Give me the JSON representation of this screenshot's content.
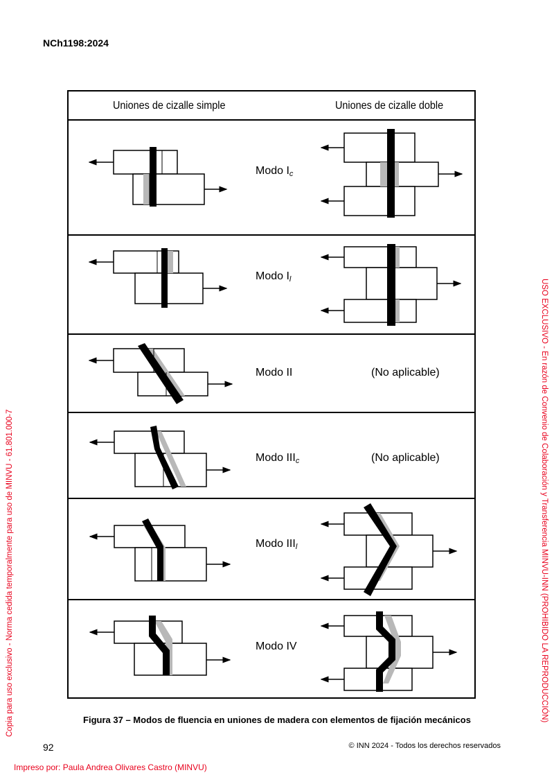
{
  "header": {
    "standard_code": "NCh1198:2024"
  },
  "figure": {
    "col_single": "Uniones de cizalle simple",
    "col_double": "Uniones de cizalle doble",
    "rows": [
      {
        "mode": "Modo I",
        "sub": "c",
        "double": ""
      },
      {
        "mode": "Modo I",
        "sub": "l",
        "double": ""
      },
      {
        "mode": "Modo II",
        "sub": "",
        "double": "(No aplicable)"
      },
      {
        "mode": "Modo III",
        "sub": "c",
        "double": "(No aplicable)"
      },
      {
        "mode": "Modo III",
        "sub": "l",
        "double": ""
      },
      {
        "mode": "Modo IV",
        "sub": "",
        "double": ""
      }
    ],
    "caption": "Figura 37 – Modos de fluencia en uniones de madera con elementos de fijación mecánicos"
  },
  "footer": {
    "page_number": "92",
    "copyright": "© INN 2024 - Todos los derechos reservados",
    "printed_by": "Impreso por: Paula Andrea Olivares Castro (MINVU)"
  },
  "watermarks": {
    "left": "Copia para uso exclusivo - Norma cedida temporalmente para uso de MINVU - 61.801.000-7",
    "right": "USO EXCLUSIVO - En razón de Convenio de Colaboración y Transferencia MINVU-INN (PROHIBIDO LA REPRODUCCIÓN)"
  },
  "colors": {
    "watermark": "#e8001c",
    "hatch": "#b0b0b0"
  }
}
